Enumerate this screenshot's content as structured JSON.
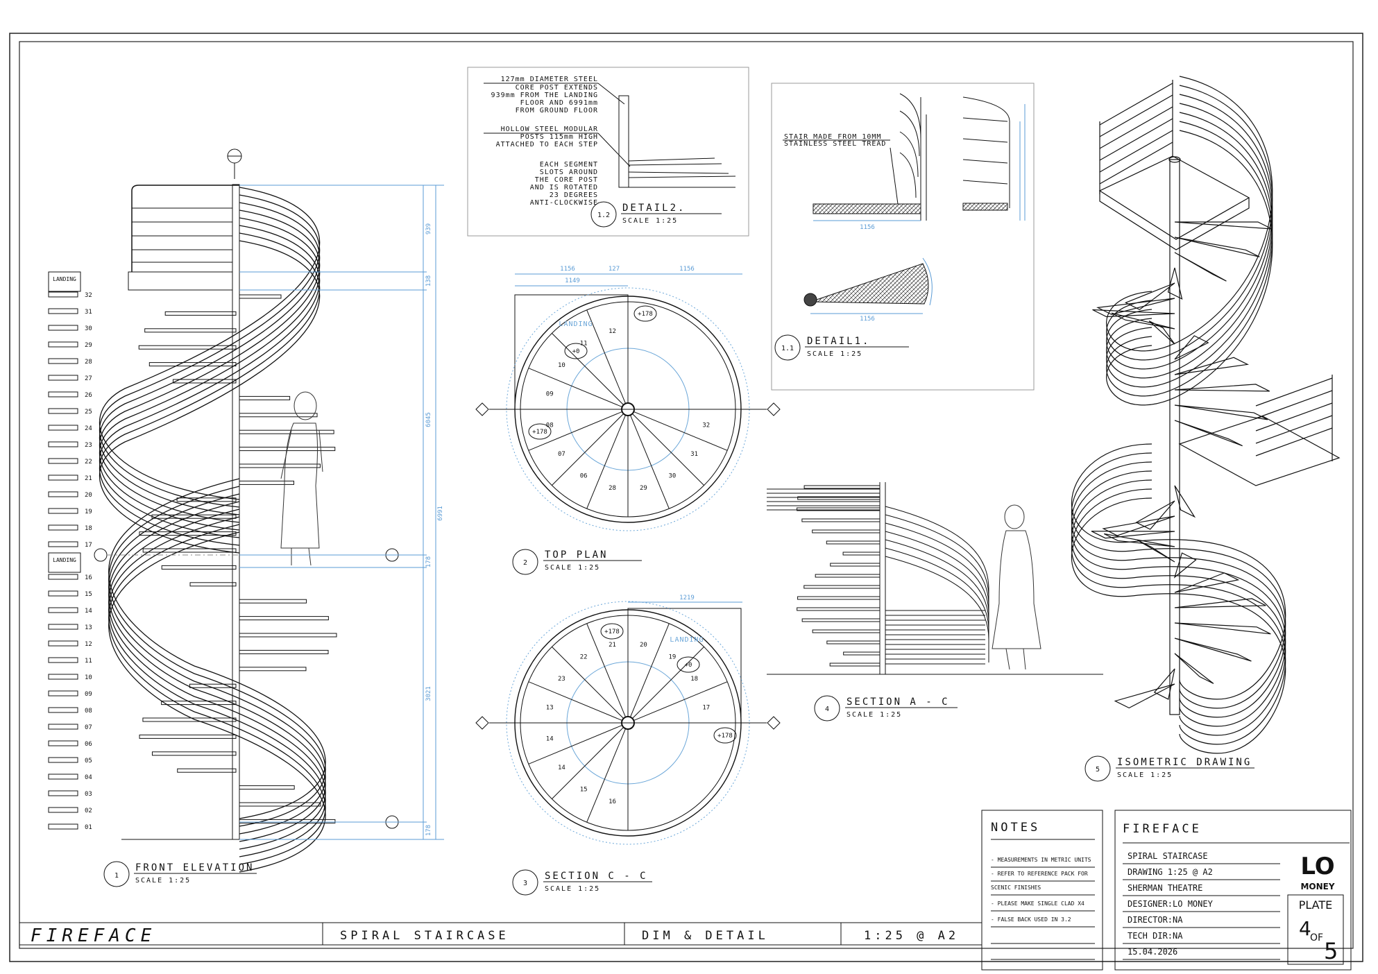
{
  "detail2": {
    "notes": [
      "127mm DIAMETER STEEL",
      "CORE POST EXTENDS",
      "939mm FROM THE LANDING",
      "FLOOR AND 6991mm",
      "FROM GROUND FLOOR",
      "HOLLOW STEEL MODULAR",
      "POSTS 115mm HIGH",
      "ATTACHED TO EACH STEP",
      "EACH SEGMENT",
      "SLOTS AROUND",
      "THE CORE POST",
      "AND IS ROTATED",
      "23 DEGREES",
      "ANTI-CLOCKWISE"
    ],
    "number": "1.2",
    "title": "DETAIL2.",
    "scale": "SCALE 1:25"
  },
  "detail1": {
    "note": [
      "STAIR MADE FROM 10MM",
      "STAINLESS STEEL TREAD"
    ],
    "number": "1.1",
    "title": "DETAIL1.",
    "scale": "SCALE 1:25"
  },
  "views": {
    "front_elevation": {
      "number": "1",
      "title": "FRONT ELEVATION",
      "scale": "SCALE 1:25"
    },
    "top_plan": {
      "number": "2",
      "title": "TOP PLAN",
      "scale": "SCALE 1:25"
    },
    "section_cc": {
      "number": "3",
      "title": "SECTION C - C",
      "scale": "SCALE 1:25"
    },
    "section_ac": {
      "number": "4",
      "title": "SECTION A - C",
      "scale": "SCALE 1:25"
    },
    "isometric": {
      "number": "5",
      "title": "ISOMETRIC DRAWING",
      "scale": "SCALE 1:25"
    }
  },
  "step_key": {
    "landing_label": "LANDING",
    "upper": [
      "32",
      "31",
      "30",
      "29",
      "28",
      "27",
      "26",
      "25",
      "24",
      "23",
      "22",
      "21",
      "20",
      "19",
      "18",
      "17"
    ],
    "lower": [
      "16",
      "15",
      "14",
      "13",
      "12",
      "11",
      "10",
      "09",
      "08",
      "07",
      "06",
      "05",
      "04",
      "03",
      "02",
      "01"
    ]
  },
  "plans": {
    "landing": "LANDING",
    "level_zero": "+0",
    "level_step": "+178",
    "top_steps": [
      "32",
      "31",
      "30",
      "29",
      "28",
      "06",
      "07",
      "08",
      "09",
      "10",
      "11",
      "12"
    ],
    "section_steps": [
      "16",
      "15",
      "14",
      "14",
      "13",
      "23",
      "22",
      "21",
      "20",
      "19",
      "18",
      "17"
    ]
  },
  "dims": {
    "top_plan": [
      "1156",
      "127",
      "1156",
      "1149"
    ],
    "detail1": [
      "1156",
      "1156"
    ],
    "section_cc": [
      "1219"
    ],
    "elevation": [
      "939",
      "138",
      "6991",
      "6045",
      "178",
      "3021",
      "178"
    ]
  },
  "notes_panel": {
    "heading": "NOTES",
    "items": [
      "- MEASUREMENTS IN METRIC UNITS",
      "- REFER TO REFERENCE PACK FOR",
      "SCENIC FINISHES",
      "- PLEASE MAKE SINGLE CLAD X4",
      "- FALSE BACK USED IN 3.2"
    ]
  },
  "title_block": {
    "project": "FIREFACE",
    "lines": [
      "SPIRAL STAIRCASE",
      "DRAWING 1:25  @ A2",
      "SHERMAN THEATRE",
      "DESIGNER:LO MONEY",
      "DIRECTOR:NA",
      "TECH DIR:NA",
      "15.04.2026"
    ],
    "logo_text": "LO",
    "logo_sub": "MONEY",
    "plate_label": "PLATE",
    "plate_num": "4",
    "plate_of": "OF",
    "plate_total": "5"
  },
  "bottom_bar": {
    "title": "FIREFACE",
    "subject": "SPIRAL STAIRCASE",
    "sheet_type": "DIM & DETAIL",
    "scale": "1:25 @ A2"
  }
}
